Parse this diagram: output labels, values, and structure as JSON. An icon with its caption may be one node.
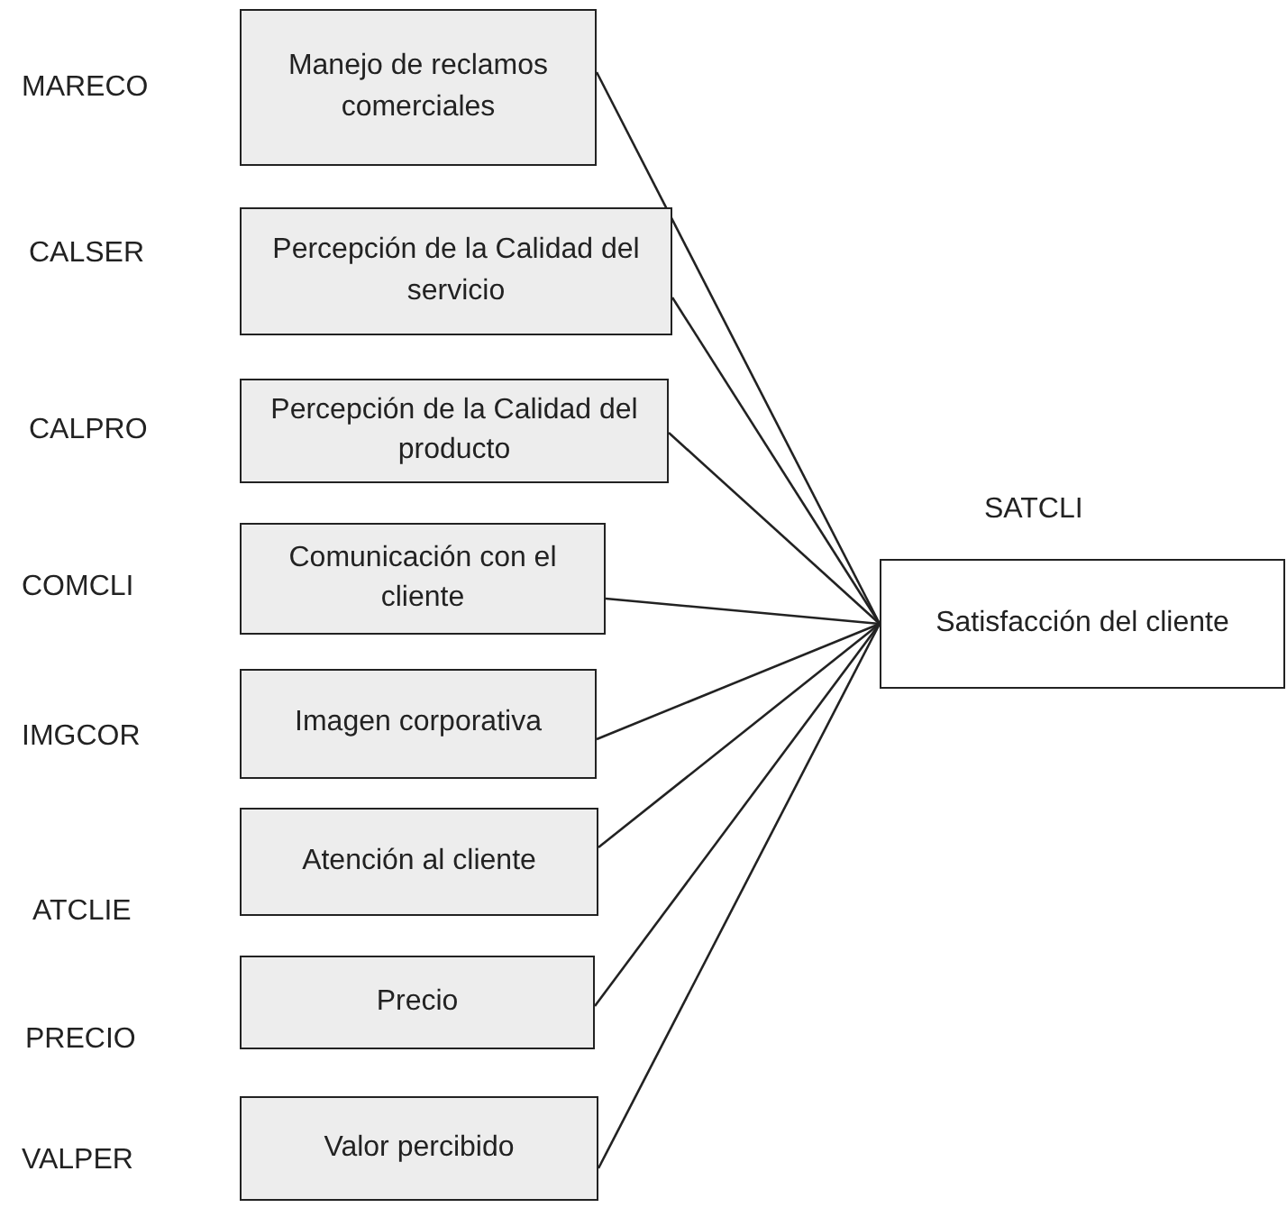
{
  "diagram": {
    "nodes": [
      {
        "text": [
          "Manejo de reclamos comerciales"
        ],
        "beside": [
          "MARECO"
        ]
      },
      {
        "text": [
          "Percepción de la Calidad del servicio"
        ],
        "beside": [
          "CALSER"
        ]
      },
      {
        "text": [
          "Percepción de la Calidad del producto"
        ],
        "beside": [
          "CALPRO"
        ]
      },
      {
        "text": [
          "Comunicación con el cliente"
        ],
        "beside": [
          "COMCLI"
        ]
      },
      {
        "text": [
          "Imagen corporativa"
        ],
        "beside": [
          "IMGCOR"
        ]
      },
      {
        "text": [
          "Atención al cliente"
        ],
        "beside": [
          "ATCLIE"
        ]
      },
      {
        "text": [
          "Precio"
        ],
        "beside": [
          "PRECIO"
        ]
      },
      {
        "text": [
          "Valor percibido"
        ],
        "beside": [
          "VALPER"
        ]
      },
      {
        "text": [
          "Satisfacción del cliente"
        ],
        "beside": [
          "SATCLI"
        ]
      }
    ],
    "edges": [
      {
        "from": 0,
        "to": 8,
        "arrow": "none"
      },
      {
        "from": 1,
        "to": 8,
        "arrow": "none"
      },
      {
        "from": 2,
        "to": 8,
        "arrow": "none"
      },
      {
        "from": 3,
        "to": 8,
        "arrow": "none"
      },
      {
        "from": 4,
        "to": 8,
        "arrow": "none"
      },
      {
        "from": 5,
        "to": 8,
        "arrow": "none"
      },
      {
        "from": 6,
        "to": 8,
        "arrow": "none"
      },
      {
        "from": 7,
        "to": 8,
        "arrow": "none"
      }
    ]
  }
}
